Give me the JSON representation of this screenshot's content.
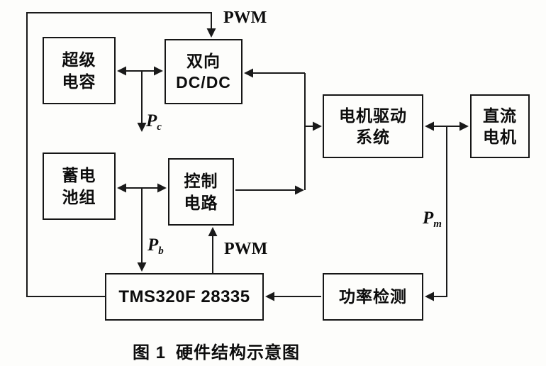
{
  "figure": {
    "caption_num": "图 1",
    "caption_text": "硬件结构示意图"
  },
  "boxes": {
    "supercap": {
      "line1": "超级",
      "line2": "电容"
    },
    "dcdc": {
      "line1": "双向",
      "line2": "DC/DC"
    },
    "motor_drive": {
      "line1": "电机驱动",
      "line2": "系统"
    },
    "dc_motor": {
      "line1": "直流",
      "line2": "电机"
    },
    "battery": {
      "line1": "蓄电",
      "line2": "池组"
    },
    "control": {
      "line1": "控制",
      "line2": "电路"
    },
    "dsp": {
      "label": "TMS320F 28335"
    },
    "power_detect": {
      "label": "功率检测"
    }
  },
  "labels": {
    "pwm_top": "PWM",
    "pwm_bottom": "PWM",
    "pc": {
      "base": "P",
      "sub": "c"
    },
    "pb": {
      "base": "P",
      "sub": "b"
    },
    "pm": {
      "base": "P",
      "sub": "m"
    }
  },
  "colors": {
    "line": "#1a1a1a",
    "background": "#fdfdfb",
    "text": "#0d0d0d"
  }
}
